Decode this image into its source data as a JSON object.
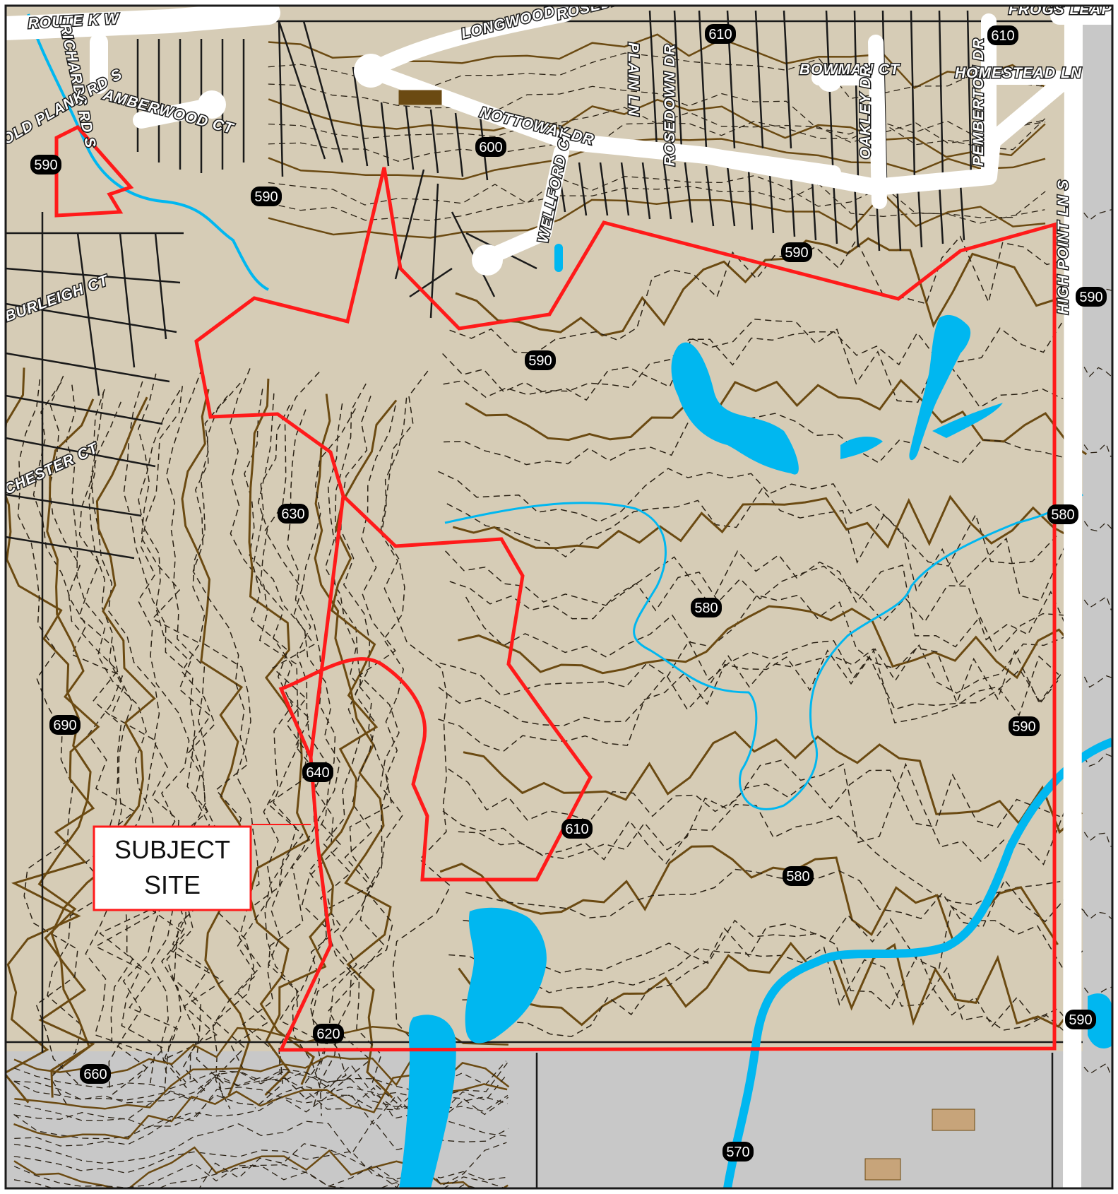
{
  "colors": {
    "site_fill": "#d6ccb6",
    "offsite_fill": "#c8c8c8",
    "water": "#00b7f0",
    "contour": "#6b4a12",
    "site_boundary": "#ff1a1a",
    "road": "#ffffff",
    "parcel_line": "#1a1a1a",
    "frame": "#1a1a1a"
  },
  "callout": {
    "line1": "SUBJECT",
    "line2": "SITE"
  },
  "streets": [
    {
      "label": "ROUTE K W"
    },
    {
      "label": "LONGWOOD"
    },
    {
      "label": "ROSEDALE"
    },
    {
      "label": "PLAIN LN"
    },
    {
      "label": "ROSEDOWN DR"
    },
    {
      "label": "BOWMAN CT"
    },
    {
      "label": "OAKLEY DR"
    },
    {
      "label": "PEMBERTON DR"
    },
    {
      "label": "FROGS LEAP"
    },
    {
      "label": "HOMESTEAD LN"
    },
    {
      "label": "NOTTOWAY DR"
    },
    {
      "label": "WELLFORD CT"
    },
    {
      "label": "AMBERWOOD CT"
    },
    {
      "label": "RICHARDS RD S"
    },
    {
      "label": "OLD PLANK RD S"
    },
    {
      "label": "BURLEIGH CT"
    },
    {
      "label": "CHESTER CT"
    },
    {
      "label": "HIGH POINT LN S"
    }
  ],
  "contour_labels": [
    {
      "value": "590"
    },
    {
      "value": "590"
    },
    {
      "value": "610"
    },
    {
      "value": "610"
    },
    {
      "value": "600"
    },
    {
      "value": "590"
    },
    {
      "value": "590"
    },
    {
      "value": "590"
    },
    {
      "value": "630"
    },
    {
      "value": "580"
    },
    {
      "value": "580"
    },
    {
      "value": "690"
    },
    {
      "value": "640"
    },
    {
      "value": "610"
    },
    {
      "value": "590"
    },
    {
      "value": "580"
    },
    {
      "value": "620"
    },
    {
      "value": "660"
    },
    {
      "value": "590"
    },
    {
      "value": "570"
    }
  ]
}
